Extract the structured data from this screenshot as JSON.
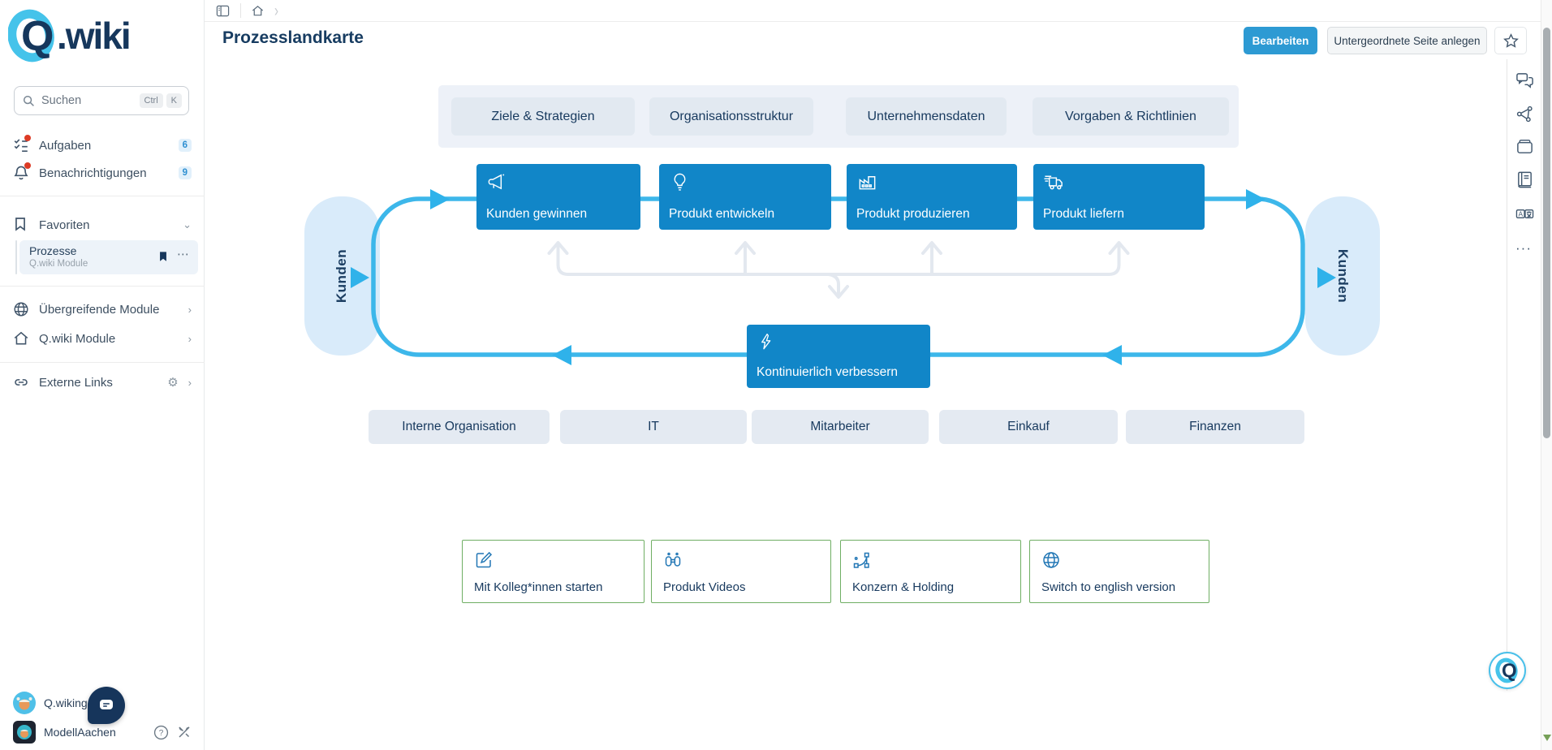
{
  "app": {
    "logo_q": "Q",
    "logo_rest": ".wiki"
  },
  "sidebar": {
    "search": {
      "placeholder": "Suchen",
      "shortcut_keys": [
        "Ctrl",
        "K"
      ]
    },
    "nav": [
      {
        "label": "Aufgaben",
        "count": "6"
      },
      {
        "label": "Benachrichtigungen",
        "count": "9"
      }
    ],
    "favorites": {
      "header": "Favoriten",
      "item": {
        "title": "Prozesse",
        "subtitle": "Q.wiki Module"
      }
    },
    "modules": [
      {
        "label": "Übergreifende Module"
      },
      {
        "label": "Q.wiki Module"
      },
      {
        "label": "Externe Links"
      }
    ],
    "users": [
      {
        "name": "Q.wikinger"
      },
      {
        "name": "ModellAachen"
      }
    ]
  },
  "header": {
    "title": "Prozesslandkarte",
    "edit_button": "Bearbeiten",
    "create_subpage_button": "Untergeordnete Seite anlegen"
  },
  "diagram": {
    "top_links": [
      "Ziele & Strategien",
      "Organisationsstruktur",
      "Unternehmensdaten",
      "Vorgaben & Richtlinien"
    ],
    "customer_left": "Kunden",
    "customer_right": "Kunden",
    "processes": [
      "Kunden gewinnen",
      "Produkt entwickeln",
      "Produkt produzieren",
      "Produkt liefern"
    ],
    "improve": "Kontinuierlich verbessern",
    "support_links": [
      "Interne Organisation",
      "IT",
      "Mitarbeiter",
      "Einkauf",
      "Finanzen"
    ],
    "quick_links": [
      "Mit Kolleg*innen starten",
      "Produkt Videos",
      "Konzern & Holding",
      "Switch to english version"
    ]
  },
  "icons": {
    "process": [
      "megaphone-icon",
      "lightbulb-icon",
      "factory-icon",
      "truck-icon"
    ],
    "improve": "lightning-icon",
    "quick_links": [
      "edit-icon",
      "binoculars-icon",
      "vector-nodes-icon",
      "globe-icon"
    ]
  },
  "colors": {
    "process_blue": "#1186c8",
    "loop_blue": "#3db7ea",
    "pill_blue": "#d9ebfa",
    "accent_blue": "#2d9ad3",
    "navy": "#17395e",
    "panel_gray": "#edf1f8",
    "button_gray": "#e2e9f1",
    "green_border": "#6fae63",
    "red_dot": "#dd3b25"
  }
}
